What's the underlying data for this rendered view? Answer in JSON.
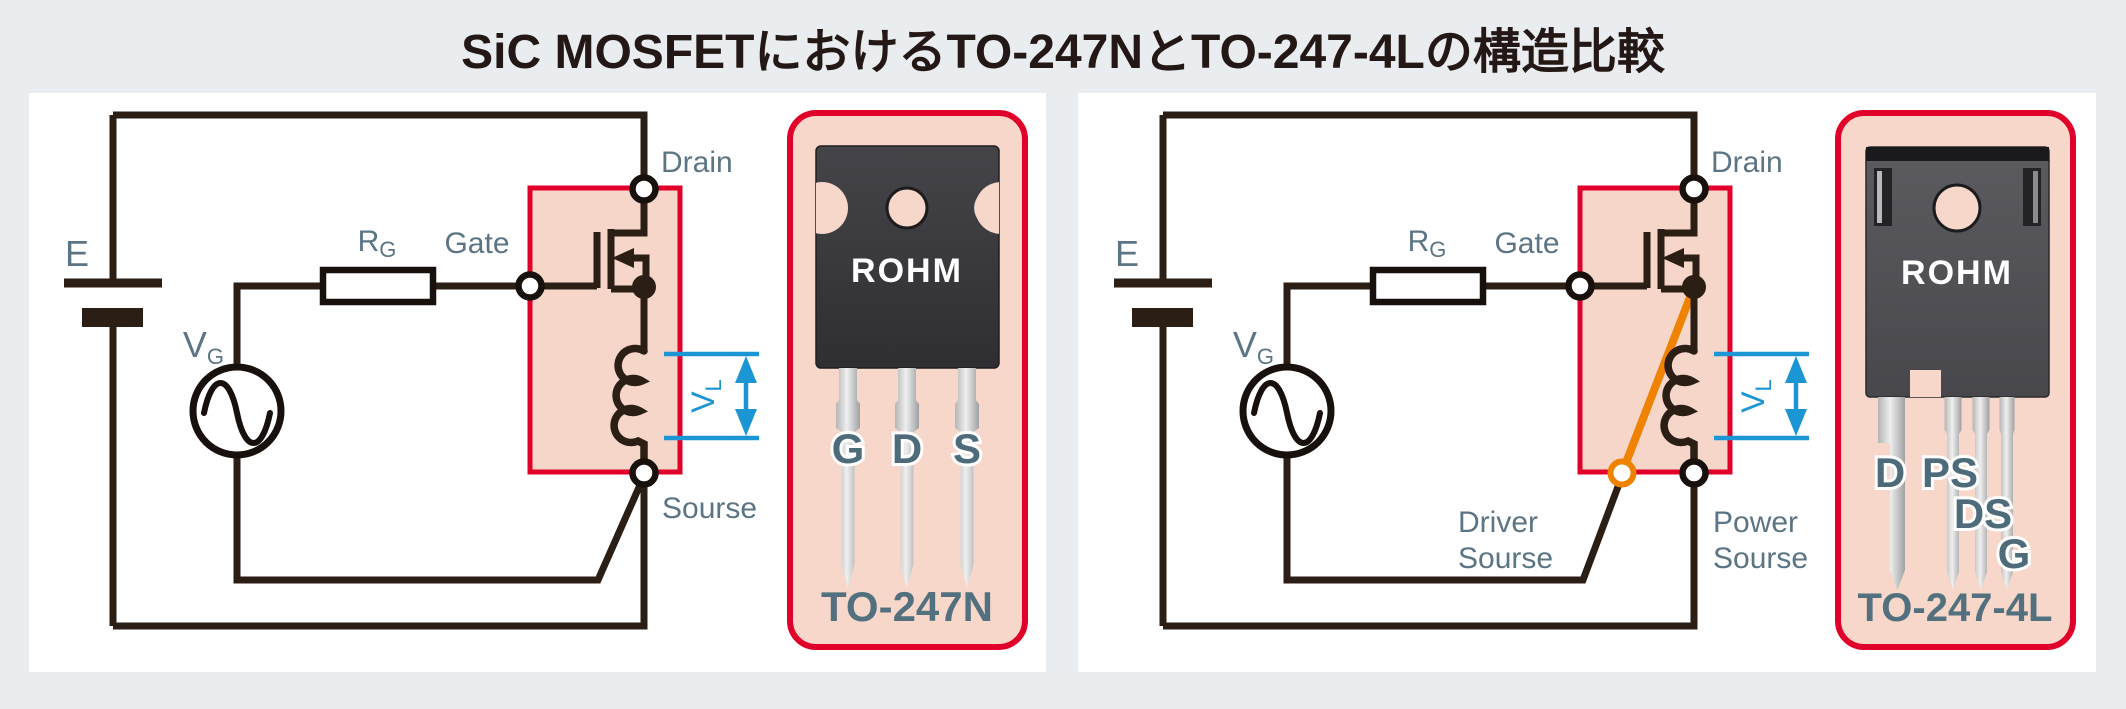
{
  "title": "SiC MOSFETにおけるTO-247NとTO-247-4Lの構造比較",
  "colors": {
    "background": "#e9edf0",
    "panel": "#ffffff",
    "wire": "#2b1e15",
    "accent_red": "#e00029",
    "accent_pink": "#f6d7ca",
    "accent_blue": "#1b95d4",
    "accent_orange": "#ef8200",
    "label_slate": "#5b7584"
  },
  "left": {
    "battery": "E",
    "vg": {
      "main": "V",
      "sub": "G"
    },
    "rg": {
      "main": "R",
      "sub": "G"
    },
    "gate": "Gate",
    "drain": "Drain",
    "source": "Sourse",
    "vl": {
      "main": "V",
      "sub": "L"
    },
    "package": {
      "brand": "ROHM",
      "name": "TO-247N",
      "pins": [
        "G",
        "D",
        "S"
      ]
    }
  },
  "right": {
    "battery": "E",
    "vg": {
      "main": "V",
      "sub": "G"
    },
    "rg": {
      "main": "R",
      "sub": "G"
    },
    "gate": "Gate",
    "drain": "Drain",
    "vl": {
      "main": "V",
      "sub": "L"
    },
    "driver_source": [
      "Driver",
      "Sourse"
    ],
    "power_source": [
      "Power",
      "Sourse"
    ],
    "package": {
      "brand": "ROHM",
      "name": "TO-247-4L",
      "pins": [
        "D",
        "PS",
        "DS",
        "G"
      ]
    }
  }
}
